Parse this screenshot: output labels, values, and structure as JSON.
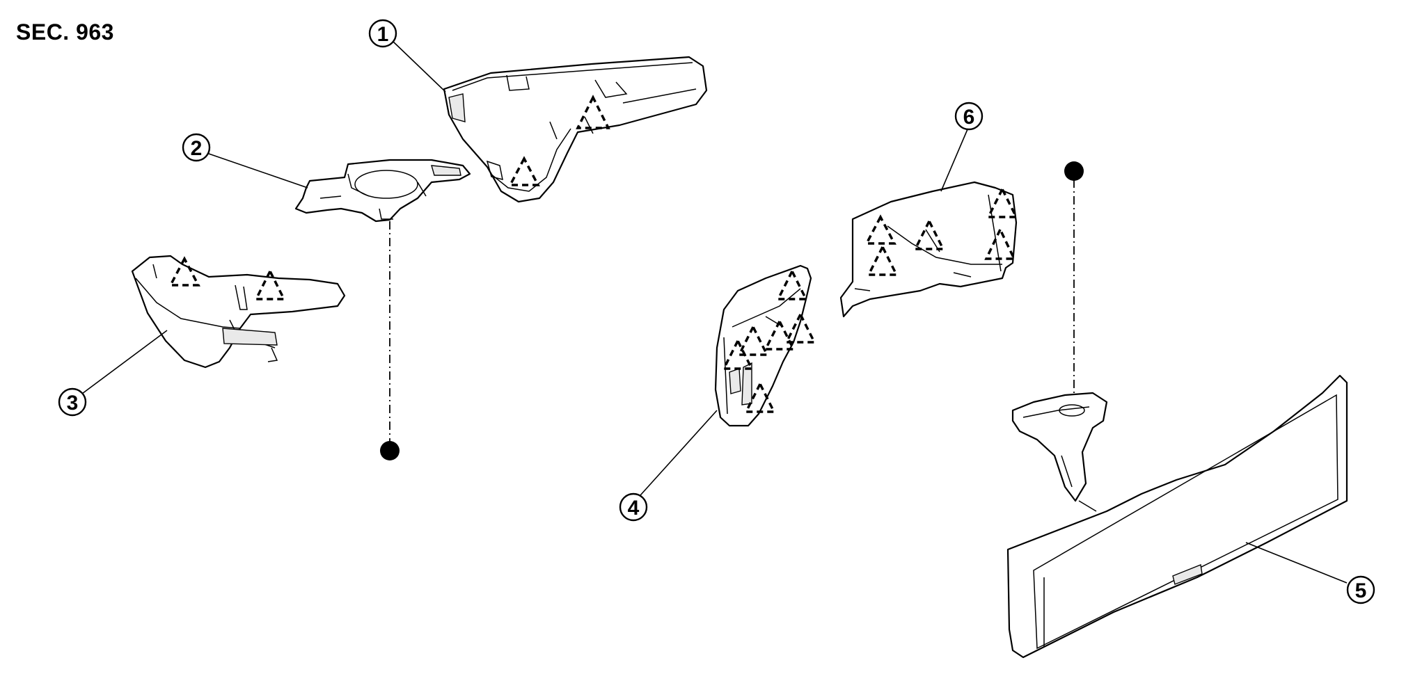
{
  "section_label": "SEC. 963",
  "callouts": {
    "c1": "1",
    "c2": "2",
    "c3": "3",
    "c4": "4",
    "c5": "5",
    "c6": "6"
  }
}
